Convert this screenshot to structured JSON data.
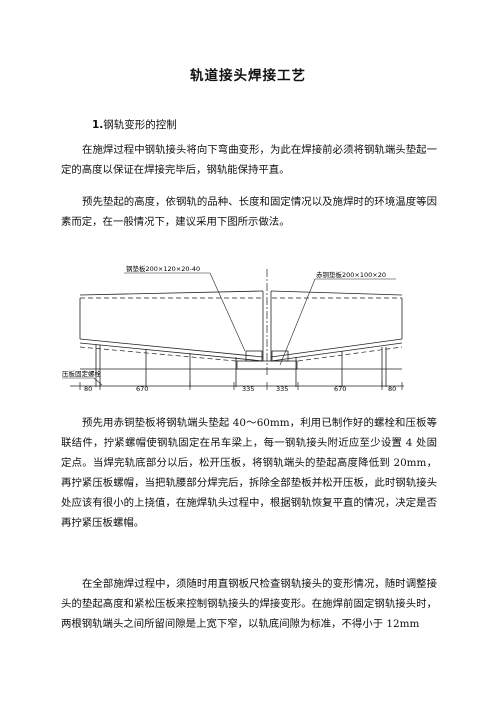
{
  "document": {
    "title": "轨道接头焊接工艺",
    "section_number": "1.",
    "section_title": "钢轨变形的控制",
    "paragraphs": [
      "在施焊过程中钢轨接头将向下弯曲变形，为此在焊接前必须将钢轨端头垫起一定的高度以保证在焊接完毕后，钢轨能保持平直。",
      "预先垫起的高度，依钢轨的品种、长度和固定情况以及施焊时的环境温度等因素而定，在一般情况下，建议采用下图所示做法。",
      "预先用赤铜垫板将钢轨端头垫起 40～60mm，利用已制作好的螺栓和压板等联结件，拧紧螺帽使钢轨固定在吊车梁上，每一钢轨接头附近应至少设置 4 处固定点。当焊完轨底部分以后，松开压板，将钢轨端头的垫起高度降低到 20mm，再拧紧压板螺帽，当把轨腰部分焊完后，拆除全部垫板并松开压板，此时钢轨接头处应该有很小的上挠值，在施焊轨头过程中，根据钢轨恢复平直的情况，决定是否再拧紧压板螺帽。",
      "在全部施焊过程中，须随时用直钢板尺检查钢轨接头的变形情况，随时调整接头的垫起高度和紧松压板来控制钢轨接头的焊接变形。在施焊前固定钢轨接头时，两根钢轨端头之间所留间隙是上宽下窄，以轨底间隙为标准，不得小于 12mm"
    ]
  },
  "figure": {
    "label_steel_plate": "钢垫板200×120×20-40",
    "label_copper_plate": "赤铜垫板200×100×20",
    "label_bolt": "压板固定螺栓",
    "dimensions": [
      "80",
      "670",
      "335",
      "335",
      "670",
      "80"
    ]
  }
}
